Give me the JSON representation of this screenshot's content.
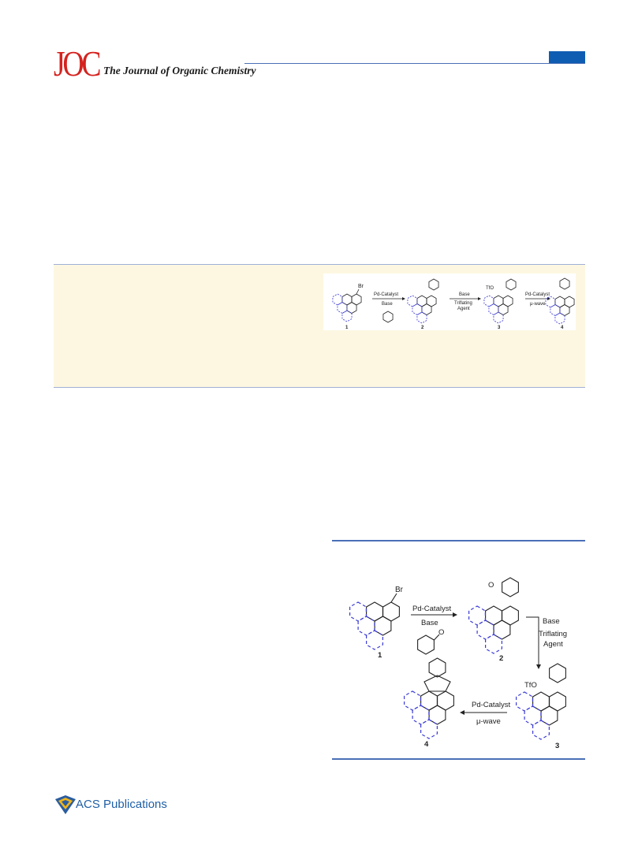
{
  "header": {
    "journal_logo": "JOC",
    "journal_name": "The Journal of Organic Chemistry"
  },
  "toc_graphic": {
    "substituent_br": "Br",
    "step1_reagent": "Pd-Catalyst",
    "step1_reagent2": "Base",
    "step2_reagent": "Base",
    "step2_reagent2": "Triflating",
    "step2_reagent3": "Agent",
    "tfo_label": "TfO",
    "step3_reagent": "Pd-Catalyst",
    "step3_condition": "μ-wave",
    "compound_labels": [
      "1",
      "2",
      "3",
      "4"
    ]
  },
  "scheme": {
    "substituent_br": "Br",
    "carbonyl_o": "O",
    "step1_reagent": "Pd-Catalyst",
    "step1_reagent2": "Base",
    "step2_reagent": "Base",
    "step2_reagent2": "Triflating",
    "step2_reagent3": "Agent",
    "tfo_label": "TfO",
    "step3_reagent": "Pd-Catalyst",
    "step3_condition": "μ-wave",
    "compound_labels": [
      "1",
      "2",
      "3",
      "4"
    ]
  },
  "publisher": {
    "name": "ACS Publications"
  },
  "colors": {
    "logo_red": "#d4231f",
    "rule_blue": "#4a6fb6",
    "corner_blue": "#0f5cb3",
    "panel_bg": "#fdf7e2",
    "dashed_ring": "#3b3bd6"
  }
}
